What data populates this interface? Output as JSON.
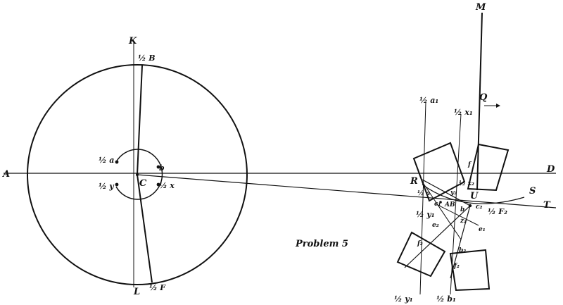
{
  "title": "Problem 5",
  "labels": {
    "A": "A",
    "K": "K",
    "B": "½ B",
    "L": "L",
    "F": "½ F",
    "C": "C",
    "a": "½ a",
    "b": "b",
    "x": "½ x",
    "y": "½ y",
    "D": "D",
    "M": "M",
    "Q": "Q",
    "R": "R",
    "S": "S",
    "T": "T",
    "U": "U",
    "a1": "½ a₁",
    "x1": "½ x₁",
    "y1": "½ y₁",
    "y1_bottom": "½ y₁",
    "b1": "½ b₁",
    "b2": "b₂",
    "e1": "e₁",
    "e2": "e₂",
    "f": "f",
    "f2_left": "f₂",
    "f2_right": "f₂",
    "c1": "c₁",
    "c2": "c₂",
    "F2": "½ F₂",
    "small_a": "½ a",
    "x2": "½ x₂",
    "z2": "z₂",
    "AB": "AB",
    "y2": "y₂"
  },
  "colors": {
    "ink": "#111111",
    "paper": "#ffffff"
  }
}
